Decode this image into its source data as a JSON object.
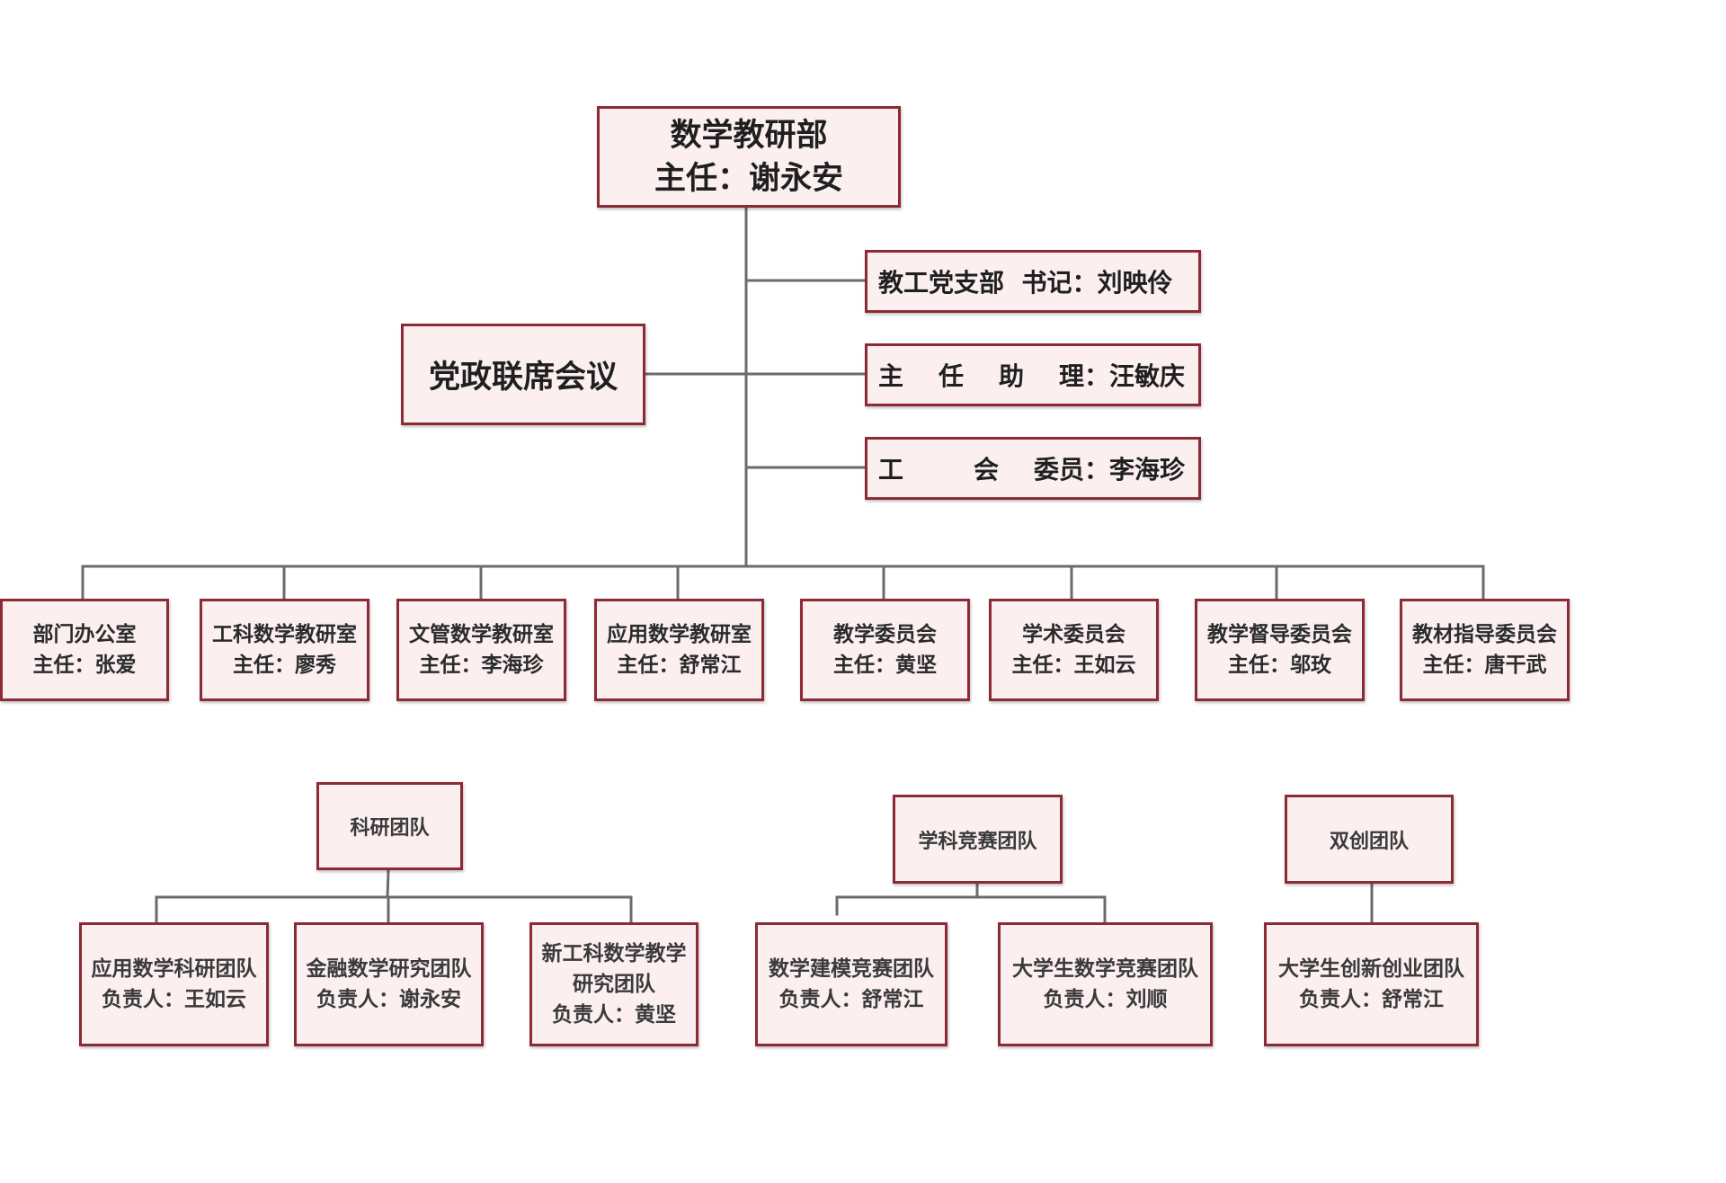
{
  "root": {
    "name": "数学教研部",
    "head": "主任：谢永安"
  },
  "council": {
    "name": "党政联席会议"
  },
  "side_roles": [
    {
      "label": "教工党支部  书记：刘映伶"
    },
    {
      "label": "主    任    助    理：汪敏庆"
    },
    {
      "label": "工        会    委员：李海珍"
    }
  ],
  "departments": [
    {
      "name": "部门办公室",
      "head": "主任：张爱"
    },
    {
      "name": "工科数学教研室",
      "head": "主任：廖秀"
    },
    {
      "name": "文管数学教研室",
      "head": "主任：李海珍"
    },
    {
      "name": "应用数学教研室",
      "head": "主任：舒常江"
    },
    {
      "name": "教学委员会",
      "head": "主任：黄坚"
    },
    {
      "name": "学术委员会",
      "head": "主任：王如云"
    },
    {
      "name": "教学督导委员会",
      "head": "主任：邬玫"
    },
    {
      "name": "教材指导委员会",
      "head": "主任：唐干武"
    }
  ],
  "teams": [
    {
      "name": "科研团队",
      "members": [
        {
          "lines": [
            "应用数学科研团队",
            "负责人：王如云"
          ]
        },
        {
          "lines": [
            "金融数学研究团队",
            "负责人：谢永安"
          ]
        },
        {
          "lines": [
            "新工科数学教学",
            "研究团队",
            "负责人：黄坚"
          ]
        }
      ]
    },
    {
      "name": "学科竞赛团队",
      "members": [
        {
          "lines": [
            "数学建模竞赛团队",
            "负责人：舒常江"
          ]
        },
        {
          "lines": [
            "大学生数学竞赛团队",
            "负责人：刘顺"
          ]
        }
      ]
    },
    {
      "name": "双创团队",
      "members": [
        {
          "lines": [
            "大学生创新创业团队",
            "负责人：舒常江"
          ]
        }
      ]
    }
  ],
  "colors": {
    "box_fill": "#fbeff0",
    "box_border": "#8c2b35",
    "connector": "#6b6b6b"
  }
}
